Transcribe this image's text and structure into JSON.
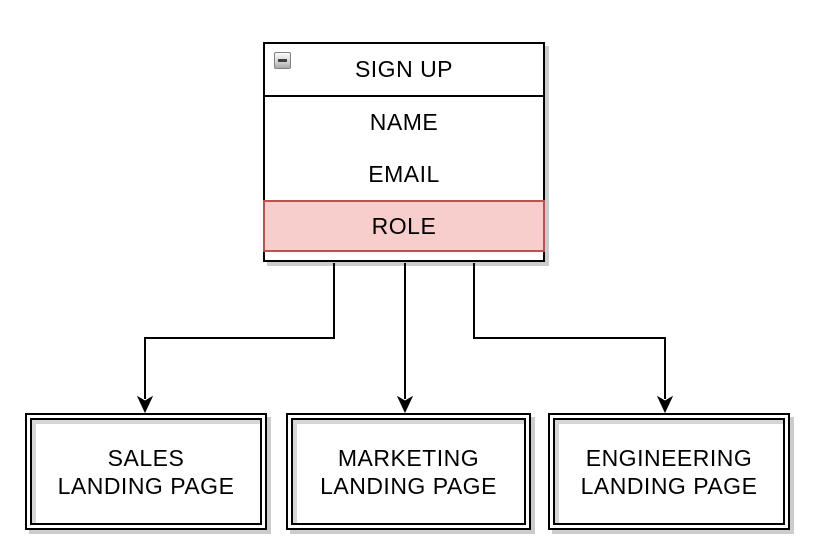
{
  "diagram": {
    "signup_table": {
      "title": "SIGN UP",
      "collapse_icon": "minus",
      "rows": [
        {
          "label": "NAME",
          "highlighted": false
        },
        {
          "label": "EMAIL",
          "highlighted": false
        },
        {
          "label": "ROLE",
          "highlighted": true
        }
      ],
      "highlight_fill": "#f8cecc",
      "highlight_stroke": "#b85450"
    },
    "landing_pages": [
      {
        "line1": "SALES",
        "line2": "LANDING PAGE"
      },
      {
        "line1": "MARKETING",
        "line2": "LANDING PAGE"
      },
      {
        "line1": "ENGINEERING",
        "line2": "LANDING PAGE"
      }
    ],
    "colors": {
      "stroke": "#000000",
      "shadow": "#cccccc",
      "background": "#ffffff"
    }
  }
}
